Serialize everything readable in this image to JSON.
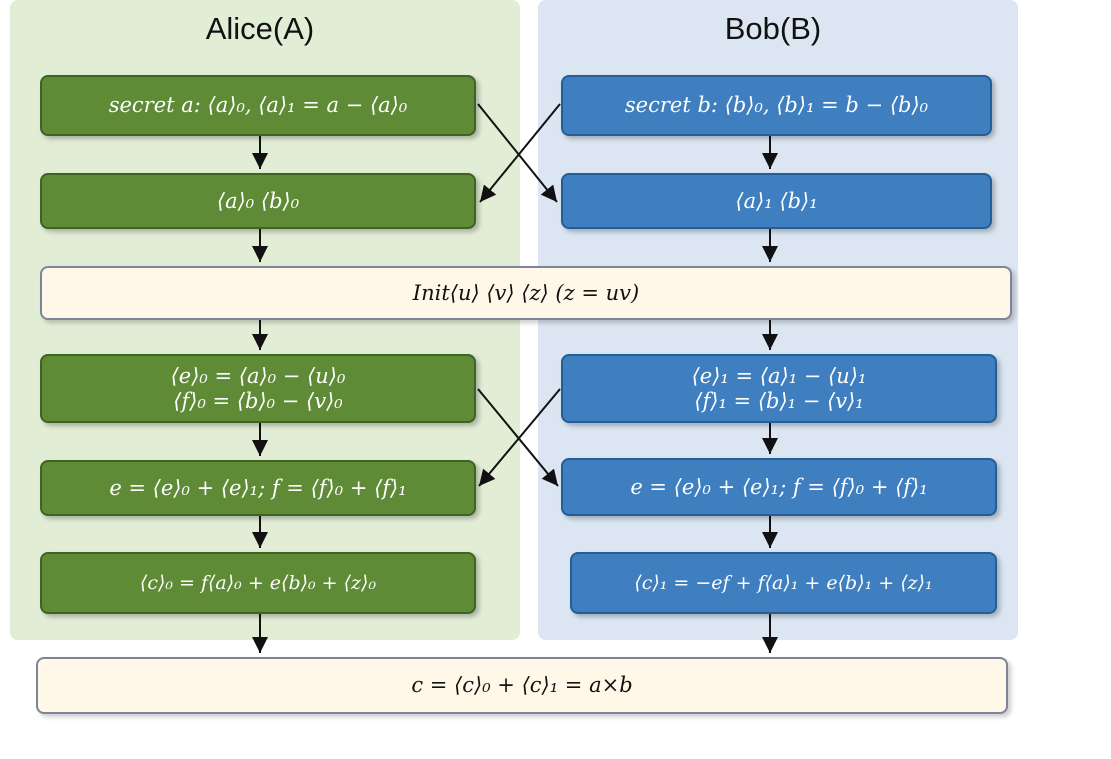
{
  "actors": {
    "alice": "Alice(A)",
    "bob": "Bob(B)"
  },
  "boxes": {
    "alice_secret": "secret a: ⟨a⟩₀, ⟨a⟩₁ = a − ⟨a⟩₀",
    "bob_secret": "secret b: ⟨b⟩₀, ⟨b⟩₁ = b − ⟨b⟩₀",
    "alice_shares": "⟨a⟩₀    ⟨b⟩₀",
    "bob_shares": "⟨a⟩₁    ⟨b⟩₁",
    "init": "Init⟨u⟩ ⟨v⟩ ⟨z⟩ (z = uv)",
    "alice_masked": {
      "line1": "⟨e⟩₀ = ⟨a⟩₀ − ⟨u⟩₀",
      "line2": "⟨f⟩₀ = ⟨b⟩₀ − ⟨v⟩₀"
    },
    "bob_masked": {
      "line1": "⟨e⟩₁ = ⟨a⟩₁ − ⟨u⟩₁",
      "line2": "⟨f⟩₁ = ⟨b⟩₁ − ⟨v⟩₁"
    },
    "alice_reveal": "e = ⟨e⟩₀ + ⟨e⟩₁; f = ⟨f⟩₀ + ⟨f⟩₁",
    "bob_reveal": "e = ⟨e⟩₀ + ⟨e⟩₁; f = ⟨f⟩₀ + ⟨f⟩₁",
    "alice_result": "⟨c⟩₀ = f⟨a⟩₀ + e⟨b⟩₀ + ⟨z⟩₀",
    "bob_result": "⟨c⟩₁ = −ef + f⟨a⟩₁ + e⟨b⟩₁ + ⟨z⟩₁",
    "final": "c = ⟨c⟩₀ + ⟨c⟩₁ = a×b"
  },
  "colors": {
    "alice_background": "#e2edd6",
    "bob_background": "#dbe6f2",
    "alice_box": "#5f8b37",
    "bob_box": "#3f7fbf",
    "shared_box": "#fff7e8",
    "arrow": "#111111"
  }
}
